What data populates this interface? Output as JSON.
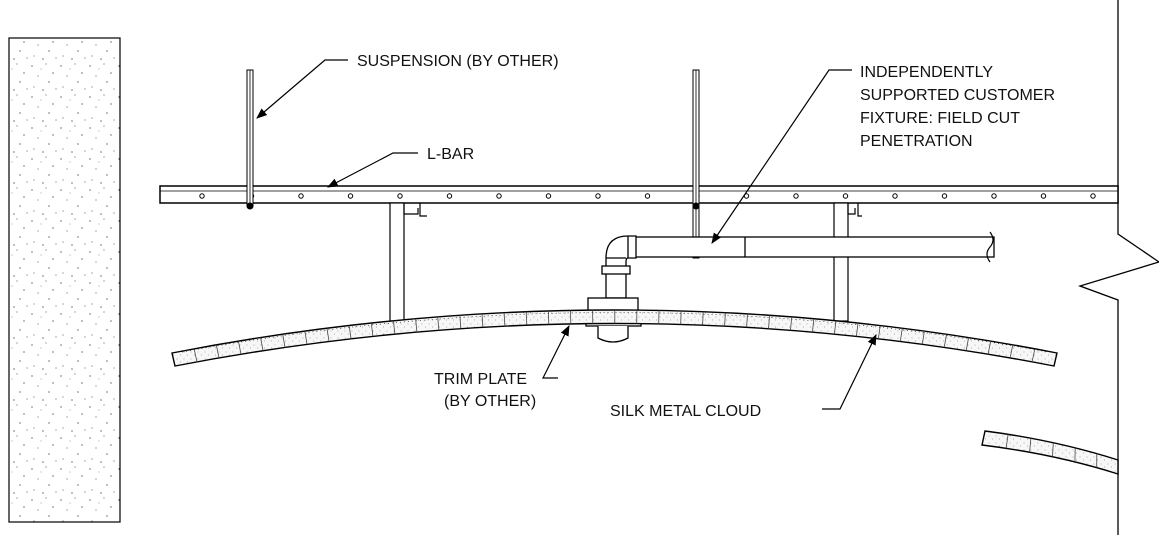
{
  "labels": {
    "suspension": "SUSPENSION (BY OTHER)",
    "lbar": "L-BAR",
    "fixture": [
      "INDEPENDENTLY",
      "SUPPORTED CUSTOMER",
      "FIXTURE: FIELD CUT",
      "PENETRATION"
    ],
    "trim_plate": [
      "TRIM PLATE",
      "(BY OTHER)"
    ],
    "cloud": "SILK METAL CLOUD"
  },
  "colors": {
    "line": "#000000",
    "panel_fill": "#f4f4f4",
    "text": "#111111"
  },
  "icons": {
    "break_line": "break-line-icon",
    "pipe_break": "pipe-break-icon",
    "arrow": "arrowhead-icon"
  }
}
